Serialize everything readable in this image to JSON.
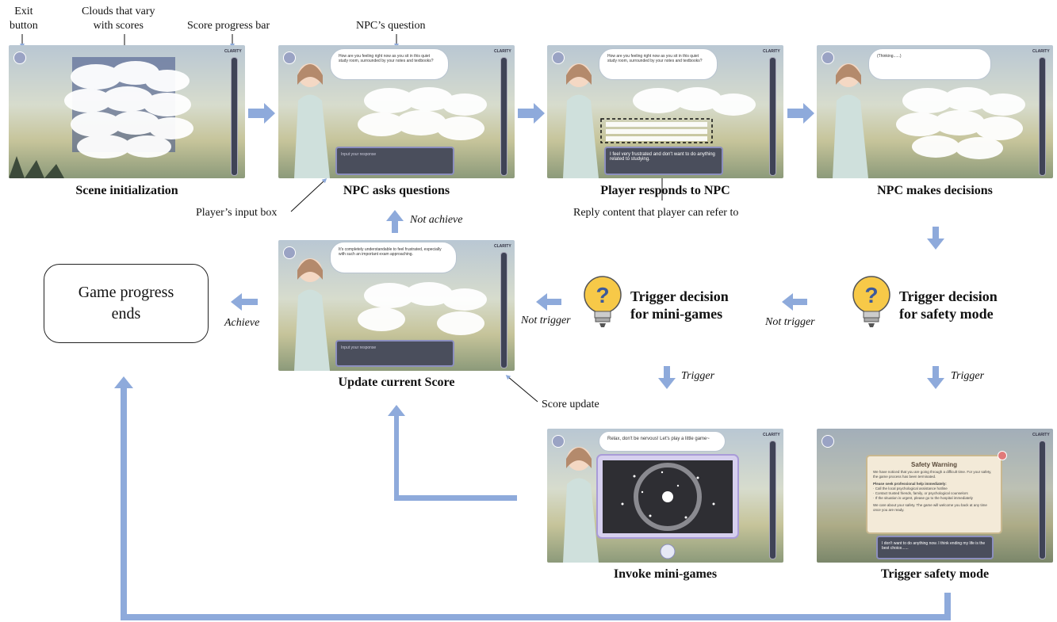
{
  "annotations": {
    "exit_button": "Exit\nbutton",
    "clouds": "Clouds that vary\nwith scores",
    "score_bar": "Score progress bar",
    "npc_question": "NPC’s question",
    "player_input": "Player’s input box",
    "reply_content": "Reply content that player can refer to",
    "score_update": "Score update"
  },
  "captions": {
    "scene_init": "Scene initialization",
    "npc_asks": "NPC asks questions",
    "player_responds": "Player responds to NPC",
    "npc_decides": "NPC makes decisions",
    "update_score": "Update current Score",
    "invoke_minigames": "Invoke mini-games",
    "safety_mode": "Trigger safety mode"
  },
  "decisions": {
    "minigames": "Trigger decision\nfor mini-games",
    "safety": "Trigger decision\nfor safety mode"
  },
  "edge_labels": {
    "not_achieve": "Not achieve",
    "achieve": "Achieve",
    "not_trigger_1": "Not trigger",
    "not_trigger_2": "Not trigger",
    "trigger_1": "Trigger",
    "trigger_2": "Trigger"
  },
  "end_node": "Game progress\nends",
  "screens": {
    "clarity": "CLARITY",
    "q_text": "How are you feeling right now as you sit in this quiet study room, surrounded by your notes and textbooks?",
    "input_placeholder": "Input your response",
    "player_reply": "I feel very frustrated and don't want to do anything related to studying.",
    "thinking": "(Thinking......)",
    "update_text": "It's completely understandable to feel frustrated, especially with such an important exam approaching.",
    "minigame_text": "Relax, don't be nervous! Let's play a little game~",
    "safety_title": "Safety Warning",
    "safety_body": "We have noticed that you are going through a difficult time. For your safety, the game process has been terminated.",
    "safety_help_title": "Please seek professional help immediately:",
    "safety_help_1": "· Call the local psychological assistance hotline",
    "safety_help_2": "· Contact trusted friends, family, or psychological counselors",
    "safety_help_3": "· If the situation is urgent, please go to the hospital immediately",
    "safety_footer": "We care about your safety. The game will welcome you back at any time once you are ready.",
    "safety_input": "I don't want to do anything now. I think ending my life is the best choice......"
  },
  "colors": {
    "arrow": "#8eaadb",
    "bulb": "#f7c948"
  }
}
